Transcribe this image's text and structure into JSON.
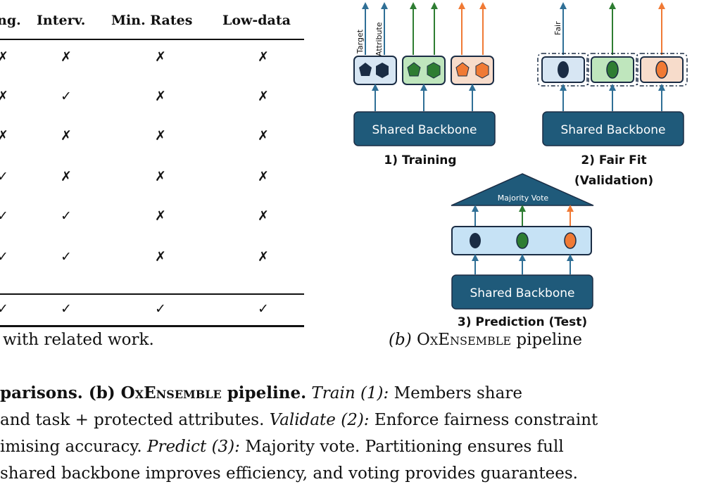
{
  "table": {
    "headers": [
      "ng.",
      "Interv.",
      "Min. Rates",
      "Low-data"
    ],
    "rows": [
      [
        "✗",
        "✗",
        "✗",
        "✗"
      ],
      [
        "✗",
        "✓",
        "✗",
        "✗"
      ],
      [
        "✗",
        "✗",
        "✗",
        "✗"
      ],
      [
        "✓",
        "✗",
        "✗",
        "✗"
      ],
      [
        "✓",
        "✓",
        "✗",
        "✗"
      ],
      [
        "✓",
        "✓",
        "✗",
        "✗"
      ]
    ],
    "final_row": [
      "✓",
      "✓",
      "✓",
      "✓"
    ],
    "caption": "with related work."
  },
  "figure": {
    "stage1": {
      "head_labels": [
        "Target",
        "Attribute"
      ],
      "backbone": "Shared Backbone",
      "label": "1) Training"
    },
    "stage2": {
      "head_label": "Fair",
      "backbone": "Shared Backbone",
      "label_line1": "2) Fair Fit",
      "label_line2": "(Validation)"
    },
    "stage3": {
      "vote": "Majority Vote",
      "backbone": "Shared Backbone",
      "label": "3) Prediction (Test)"
    },
    "caption_prefix": "(b) ",
    "caption_sc": "OxEnsemble",
    "caption_suffix": " pipeline",
    "colors": {
      "navy": "#1a2c44",
      "backbone": "#1f5a7a",
      "arrow": "#2f6f96",
      "green": "#2e7d32",
      "orange": "#f07a35",
      "blue_fill": "#d7e6f3",
      "green_fill": "#bfe6bd",
      "orange_fill": "#f7dccb",
      "vote_bar": "#c6e2f5"
    }
  },
  "body": {
    "line1_a": "parisons. (b) ",
    "line1_sc": "OxEnsemble",
    "line1_b": " pipeline.",
    "line1_c": " Train (1):",
    "line1_d": " Members share",
    "line2_a": "and task + protected attributes. ",
    "line2_b": "Validate (2):",
    "line2_c": " Enforce fairness constraint",
    "line3_a": "imising accuracy. ",
    "line3_b": "Predict (3):",
    "line3_c": " Majority vote. Partitioning ensures full",
    "line4": "shared backbone improves efficiency, and voting provides guarantees."
  }
}
